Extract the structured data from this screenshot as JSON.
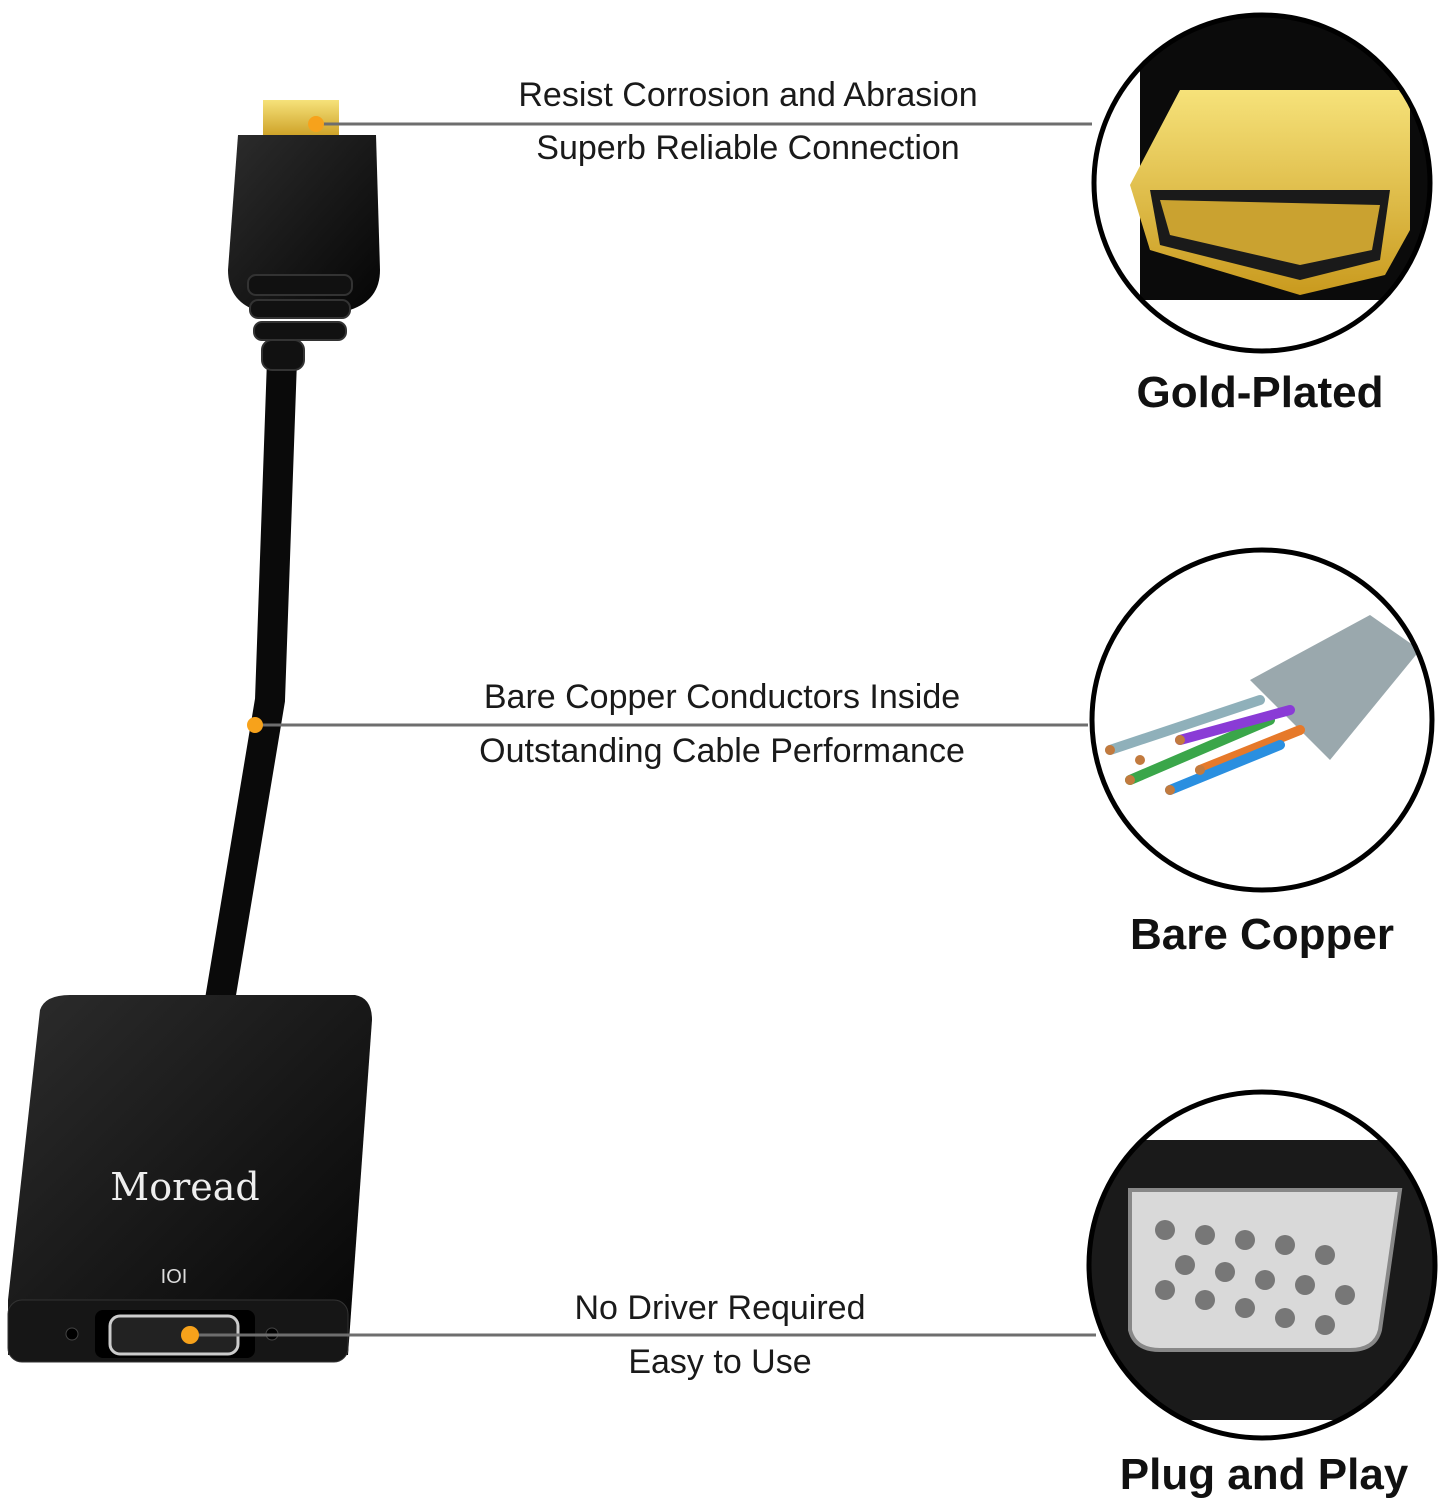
{
  "features": [
    {
      "line1": "Resist Corrosion and Abrasion",
      "line2": "Superb Reliable Connection",
      "caption": "Gold-Plated"
    },
    {
      "line1": "Bare Copper Conductors Inside",
      "line2": "Outstanding Cable Performance",
      "caption": "Bare Copper"
    },
    {
      "line1": "No Driver Required",
      "line2": "Easy to Use",
      "caption": "Plug and Play"
    }
  ],
  "product": {
    "brand": "Moread",
    "vga_symbol": "IOI"
  },
  "colors": {
    "accent": "#f7a21b",
    "line": "#6e6e6e",
    "gold": "#e8c548",
    "body": "#111111"
  }
}
